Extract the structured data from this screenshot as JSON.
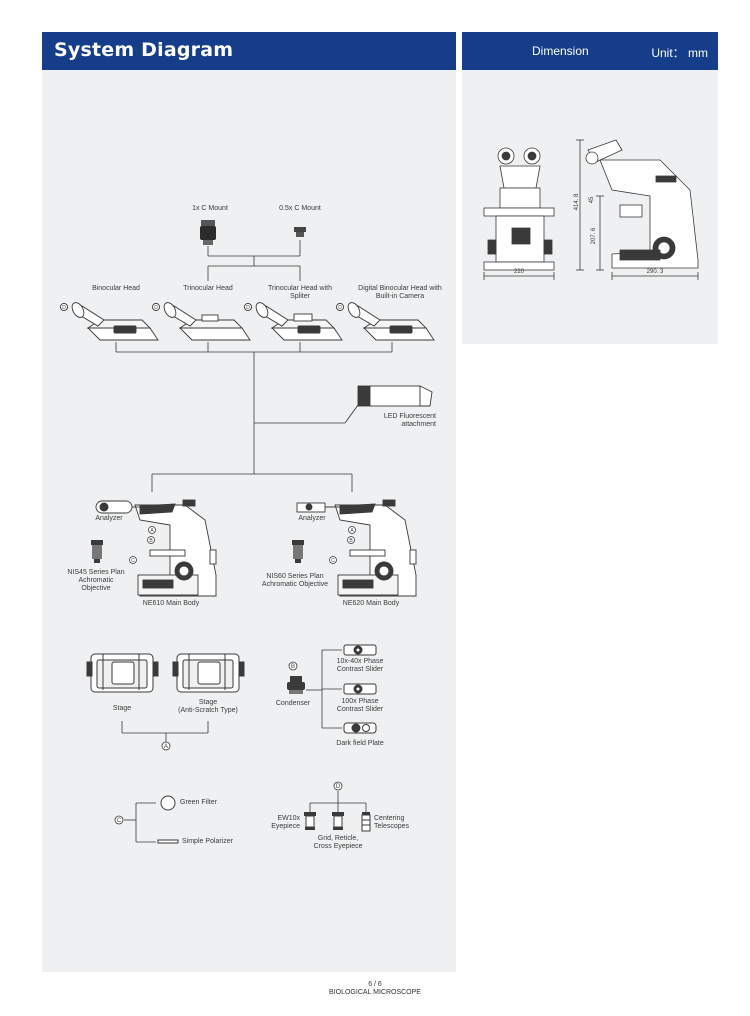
{
  "header": {
    "title": "System Diagram",
    "dimension_label": "Dimension",
    "unit_label": "Unit： mm"
  },
  "dimensions": {
    "height_total": "414. 8",
    "height_45": "45",
    "height_207": "207. 6",
    "width_front": "220",
    "width_side": "290. 3"
  },
  "mounts": {
    "mount_1x": "1x C Mount",
    "mount_05x": "0.5x C Mount"
  },
  "heads": {
    "binocular": "Binocular Head",
    "trinocular": "Trinocular Head",
    "trinocular_splitter": "Trinocular Head with\nSpliter",
    "digital": "Digital Binocular Head with\nBuilt-in Camera"
  },
  "led": {
    "label": "LED Fluorescent\nattachment"
  },
  "bodies": {
    "analyzer_1": "Analyzer",
    "analyzer_2": "Analyzer",
    "objective_1": "NIS45 Series Plan\nAchromatic\nObjective",
    "objective_2": "NIS60 Series Plan\nAchromatic Objective",
    "body_1": "NE610 Main Body",
    "body_2": "NE620 Main Body"
  },
  "stage": {
    "stage": "Stage",
    "stage_anti": "Stage\n(Anti-Scratch Type)"
  },
  "condenser": {
    "condenser": "Condenser",
    "slider_1": "10x-40x Phase\nContrast Slider",
    "slider_2": "100x Phase\nContrast Slider",
    "darkfield": "Dark field Plate"
  },
  "filters": {
    "green": "Green Filter",
    "polarizer": "Simple Polarizer"
  },
  "eyepieces": {
    "ew10x": "EW10x\nEyepiece",
    "grid": "Grid, Reticle,\nCross Eyepiece",
    "centering": "Centering\nTelescopes"
  },
  "markers": {
    "A": "A",
    "B": "B",
    "C": "C",
    "D": "D"
  },
  "footer": {
    "page": "6 / 6",
    "product": "BIOLOGICAL MICROSCOPE"
  },
  "colors": {
    "header_bg": "#153d8a",
    "panel_bg": "#eef0f1",
    "line": "#3a3a3a"
  }
}
